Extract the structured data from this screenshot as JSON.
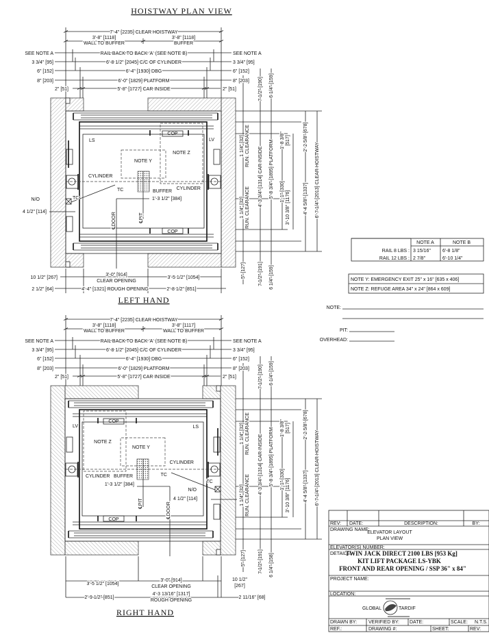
{
  "title": "HOISTWAY PLAN VIEW",
  "left_hand": {
    "label": "LEFT HAND",
    "top_dims": {
      "clear_hoistway": "7'-4\" [2235] CLEAR HOISTWAY",
      "left_span": "3'-8\" [1118]",
      "left_span_label": "WALL TO BUFFER",
      "right_span": "3'-8\" [1118]",
      "right_span_label": "BUFFER",
      "note_a_left": "SEE NOTE A",
      "rail_btb": "RAIL BACK TO BACK 'A' (SEE NOTE B)",
      "note_a_right": "SEE NOTE A",
      "cyl_left": "3 3/4\" [95]",
      "cyl_cc": "6'-8 1/2\" [2045] C/C OF CYLINDER",
      "cyl_right": "3 3/4\" [95]",
      "dbg_left": "6\" [152]",
      "dbg": "6'-4\" [1930] DBG",
      "dbg_right": "6\" [152]",
      "plat_left": "8\" [203]",
      "platform": "6'-0\" [1829] PLATFORM",
      "plat_right": "8\" [203]",
      "car_left": "2\" [51]",
      "car_inside": "5'-8\" [1727] CAR INSIDE",
      "car_right": "2\" [51]"
    },
    "side_dims": {
      "top_a": "7 1/2\" [190]",
      "top_b": "6 1/4\" [159]",
      "run_top": "1 1/4\" [32]",
      "run_top_label": "RUN. CLEARANCE",
      "run_bottom": "1 1/4\" [32]",
      "run_bottom_label": "RUN. CLEARANCE",
      "car_inside": "4'-3 3/4\" [1314] CAR INSIDE",
      "platform": "5'-8 3/4\" [1895] PLATFORM",
      "d_330": "1'-1\" [330]",
      "d_1176": "3'-10 3/8\" [1176]",
      "d_517a": "1'-8 3/8\"",
      "d_517b": "[517]",
      "d_1337": "4'-4 5/8\" [1337]",
      "d_678": "2'-2 5/8\" [678]",
      "clear_hoistway": "6'-7 1/4\" [2013] CLEAR HOISTWAY",
      "bot_a": "5\" [127]",
      "bot_b": "7 1/2\" [191]",
      "bot_c": "6 1/4\" [159]"
    },
    "plan_labels": {
      "ls": "LS",
      "lv": "LV",
      "note_z": "NOTE Z",
      "note_y": "NOTE Y",
      "cylinder_left": "CYLINDER",
      "cylinder_right": "CYLINDER",
      "tc_1": "TC",
      "tc_2": "TC",
      "buffer": "BUFFER",
      "no": "N/O",
      "pit_offset": "1'-3 1/2\" [384]",
      "no_offset": "4 1/2\" [114]",
      "cl_pit": "℄PIT",
      "cl_door": "℄DOOR",
      "cop_top": "COP",
      "cop_bottom": "COP"
    },
    "bottom_dims": {
      "left_wall": "10 1/2\" [267]",
      "clear_opening": "3'-0\" [914]",
      "clear_opening_label": "CLEAR OPENING",
      "right_wall": "3'-5 1/2\" [1054]",
      "left_rough": "2 1/2\" [64]",
      "rough_opening": "4'-4\" [1321] ROUGH OPENING",
      "right_rough": "2'-8 1/2\" [851]"
    }
  },
  "right_hand": {
    "label": "RIGHT HAND",
    "top_dims": {
      "clear_hoistway": "7'-4\" [2235] CLEAR HOISTWAY",
      "left_span": "3'-8\" [1118]",
      "left_span_label": "WALL TO BUFFER",
      "right_span": "3'-8\" [1117]",
      "right_span_label": "WALL TO BUFFER",
      "note_a_left": "SEE NOTE A",
      "rail_btb": "RAIL BACK TO BACK 'A' (SEE NOTE B)",
      "note_a_right": "SEE NOTE A",
      "cyl_left": "3 3/4\" [95]",
      "cyl_cc": "6'-8 1/2\" [2045] C/C OF CYLINDER",
      "cyl_right": "3 3/4\" [95]",
      "dbg_left": "6\" [152]",
      "dbg": "6'-4\" [1930] DBG",
      "dbg_right": "6\" [152]",
      "plat_left": "8\" [203]",
      "platform": "6'-0\" [1829] PLATFORM",
      "plat_right": "8\" [203]",
      "car_left": "2\" [51]",
      "car_inside": "5'-8\" [1727] CAR INSIDE",
      "car_right": "2\" [51]"
    },
    "side_dims": {
      "top_a": "7 1/2\" [190]",
      "top_b": "6 1/4\" [159]",
      "run_top": "1 1/4\" [32]",
      "run_top_label": "RUN. CLEARANCE",
      "run_bottom": "1 1/4\" [32]",
      "run_bottom_label": "RUN. CLEARANCE",
      "car_inside": "4'-3 3/4\" [1314] CAR INSIDE",
      "platform": "5'-8 3/4\" [1895] PLATFORM",
      "d_330": "1'-1\" [330]",
      "d_1176": "3'-10 3/8\" [1176]",
      "d_517a": "1'-8 3/8\"",
      "d_517b": "[517]",
      "d_1337": "4'-4 5/8\" [1337]",
      "d_678": "2'-2 5/8\" [678]",
      "clear_hoistway": "6'-7 1/4\" [2013] CLEAR HOISTWAY",
      "bot_a": "5\" [127]",
      "bot_b": "7 1/2\" [191]",
      "bot_c": "6 1/4\" [158]"
    },
    "plan_labels": {
      "ls": "LS",
      "lv": "LV",
      "note_z": "NOTE Z",
      "note_y": "NOTE Y",
      "cylinder_left": "CYLINDER",
      "cylinder_right": "CYLINDER",
      "tc_1": "TC",
      "tc_2": "TC",
      "buffer": "BUFFER",
      "no": "N/O",
      "pit_offset": "1'-3 1/2\" [384]",
      "no_offset": "4 1/2\" [114]",
      "cl_pit": "℄PIT",
      "cl_door": "℄DOOR",
      "cop_top": "COP",
      "cop_bottom": "COP"
    },
    "bottom_dims": {
      "left_wall": "3'-5 1/2\" [1054]",
      "clear_opening": "3'-0\" [914]",
      "clear_opening_label": "CLEAR OPENING",
      "right_wall_a": "10 1/2\"",
      "right_wall_b": "[267]",
      "left_rough": "2'-9 1/2\" [851]",
      "rough_opening": "4'-3 13/16\" [1317]",
      "rough_opening_label": "ROUGH OPENING",
      "right_rough": "2 11/16\" [68]"
    }
  },
  "notes_table": {
    "headers": [
      "NOTE A",
      "NOTE B"
    ],
    "rows": [
      {
        "label": "RAIL 8 LBS :",
        "a": "3 15/16\"",
        "b": "6'-8 1/8\""
      },
      {
        "label": "RAIL 12 LBS :",
        "a": "2 7/8\"",
        "b": "6'-10 1/4\""
      }
    ]
  },
  "notes_yz": [
    "NOTE Y:  EMERGENCY EXIT 25\" x 16\" [635 x 406]",
    "NOTE Z:  REFUGE AREA 34\" x 24\" [864 x 609]"
  ],
  "fields": {
    "note": "NOTE:",
    "pit": "PIT:",
    "overhead": "OVERHEAD:"
  },
  "title_block": {
    "rev": "REV:",
    "date": "DATE:",
    "description": "DESCRIPTION:",
    "by": "BY:",
    "drawing_name_label": "DRAWING NAME:",
    "drawing_name_1": "ELEVATOR LAYOUT",
    "drawing_name_2": "PLAN VIEW",
    "elevator_number": "ELEVATOR(S) NUMBER:",
    "details_label": "DETAILS:",
    "details_1": "TWIN JACK DIRECT 2100 LBS [953 Kg]",
    "details_2": "KIT LIFT PACKAGE LS-YBK",
    "details_3": "FRONT AND REAR OPENING / SSP 36\" x 84\"",
    "project_name": "PROJECT NAME:",
    "location": "LOCATION:",
    "logo_left": "GLOBAL",
    "logo_right": "TARDIF",
    "drawn_by": "DRAWN BY:",
    "verified_by": "VERIFIED BY:",
    "date2": "DATE:",
    "scale": "SCALE:",
    "scale_value": "N.T.S.",
    "ref": "REF.:",
    "drawing_no": "DRAWING #:",
    "sheet": "SHEET:",
    "rev2": "REV:"
  }
}
